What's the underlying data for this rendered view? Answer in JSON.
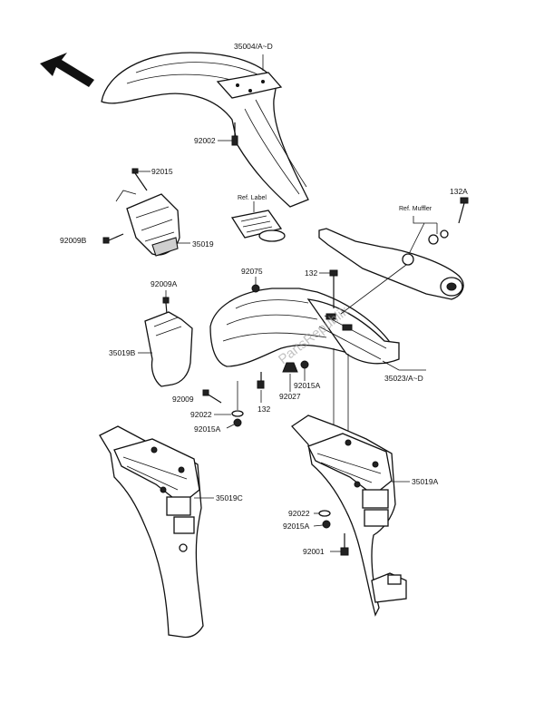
{
  "watermark": "PartsRepublik",
  "labels": {
    "front_fender": "35004/A~D",
    "bolt_92002": "92002",
    "screw_92015": "92015",
    "bolt_92009b": "92009B",
    "guard_35019": "35019",
    "ref_label": "Ref. Label",
    "ref_muffler": "Ref. Muffler",
    "bolt_132a": "132A",
    "bolt_92009a": "92009A",
    "bolt_92075": "92075",
    "bolt_132_top": "132",
    "flap_35019b": "35019B",
    "bolt_92009": "92009",
    "washer_92022_left": "92022",
    "nut_92015a_left": "92015A",
    "bolt_132_mid": "132",
    "nut_92027": "92027",
    "nut_92015a_mid": "92015A",
    "rear_fender": "35023/A~D",
    "flap_35019c": "35019C",
    "flap_35019a": "35019A",
    "washer_92022_right": "92022",
    "nut_92015a_right": "92015A",
    "bolt_92001": "92001"
  }
}
